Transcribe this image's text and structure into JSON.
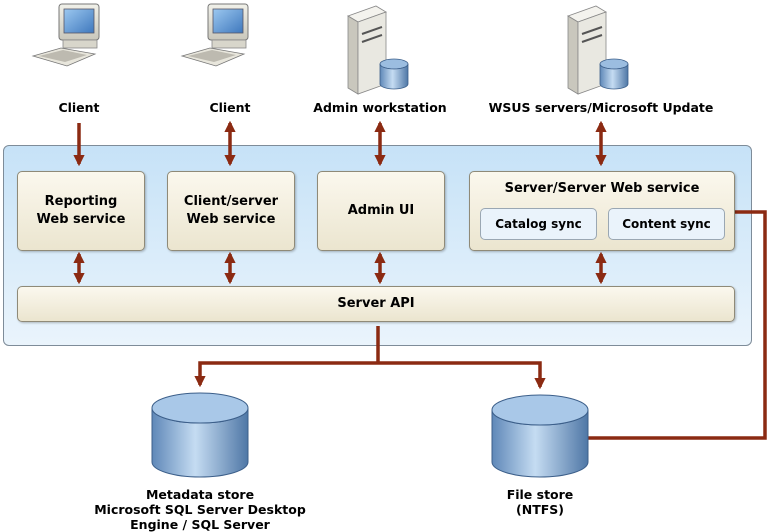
{
  "nodes": {
    "client_1": "Client",
    "client_2": "Client",
    "admin_workstation": "Admin workstation",
    "wsus_servers": "WSUS servers/Microsoft Update"
  },
  "services": {
    "reporting": "Reporting\nWeb service",
    "client_server": "Client/server\nWeb service",
    "admin_ui": "Admin UI",
    "server_server": "Server/Server Web service",
    "catalog_sync": "Catalog sync",
    "content_sync": "Content sync",
    "server_api": "Server API"
  },
  "stores": {
    "metadata": "Metadata store\nMicrosoft SQL Server Desktop\nEngine / SQL Server",
    "file": "File store\n(NTFS)"
  },
  "colors": {
    "connector": "#8b2a12",
    "panel": "#d8ecfa",
    "box": "#f3efe0",
    "cylinder": "#7fa6cf"
  },
  "icons": [
    "computer-icon",
    "computer-icon",
    "server-icon",
    "server-icon",
    "database-icon",
    "database-icon"
  ]
}
